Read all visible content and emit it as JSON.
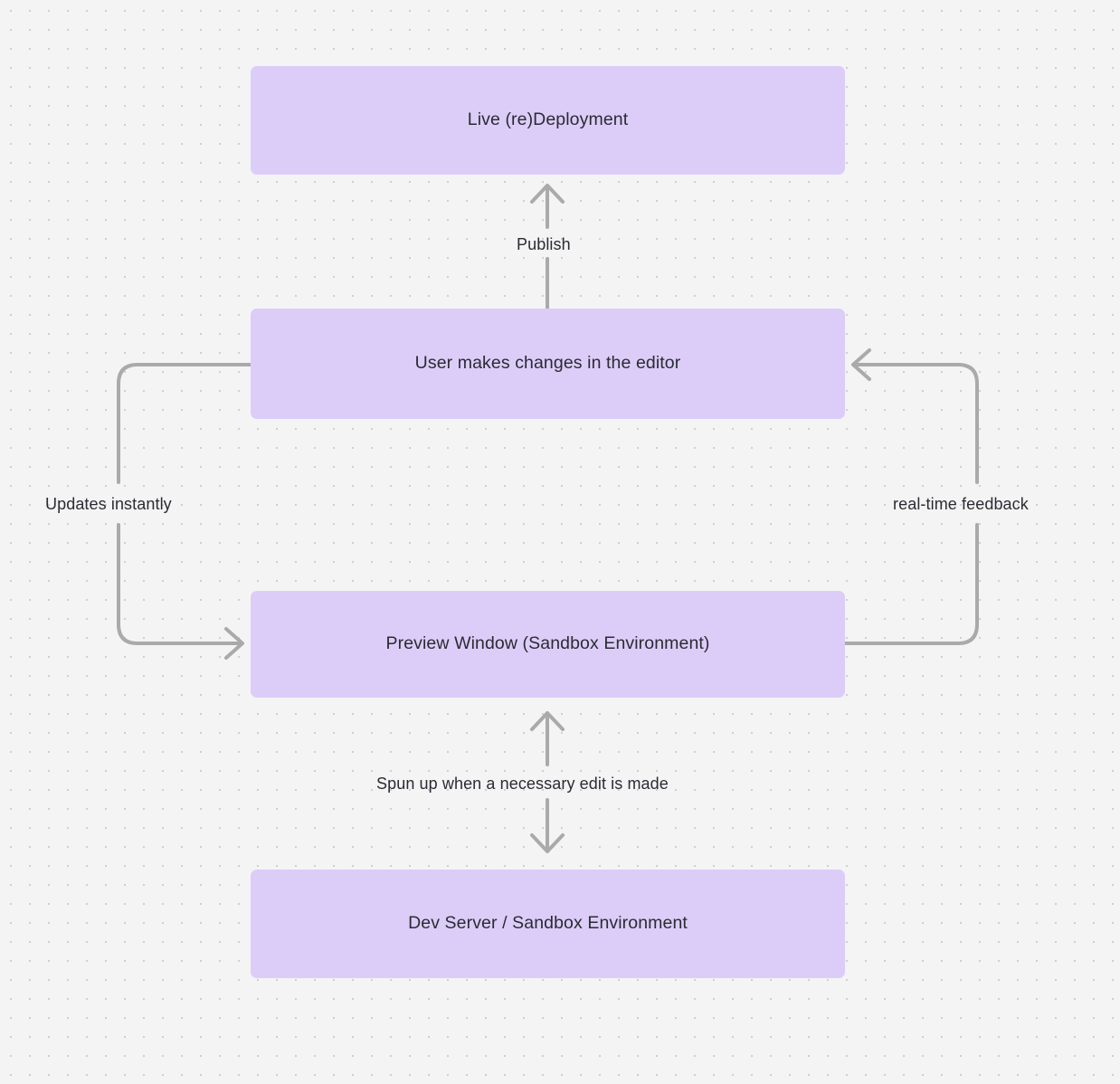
{
  "diagram": {
    "type": "flowchart",
    "background": "#f4f4f5",
    "node_fill": "#dccdf8",
    "edge_color": "#aaaaaa",
    "text_color": "#2b2b33",
    "nodes": [
      {
        "id": "live",
        "label": "Live (re)Deployment"
      },
      {
        "id": "editor",
        "label": "User makes changes in the editor"
      },
      {
        "id": "preview",
        "label": "Preview Window (Sandbox Environment)"
      },
      {
        "id": "devserver",
        "label": "Dev Server / Sandbox Environment"
      }
    ],
    "edges": [
      {
        "id": "publish",
        "from": "editor",
        "to": "live",
        "label": "Publish",
        "direction": "up"
      },
      {
        "id": "updates",
        "from": "editor",
        "to": "preview",
        "label": "Updates instantly",
        "direction": "down-left-loop"
      },
      {
        "id": "realtime",
        "from": "preview",
        "to": "editor",
        "label": "real-time feedback",
        "direction": "up-right-loop"
      },
      {
        "id": "spunup",
        "from": "preview",
        "to": "devserver",
        "label": "Spun up when a necessary edit is made",
        "direction": "bidirectional"
      }
    ]
  }
}
